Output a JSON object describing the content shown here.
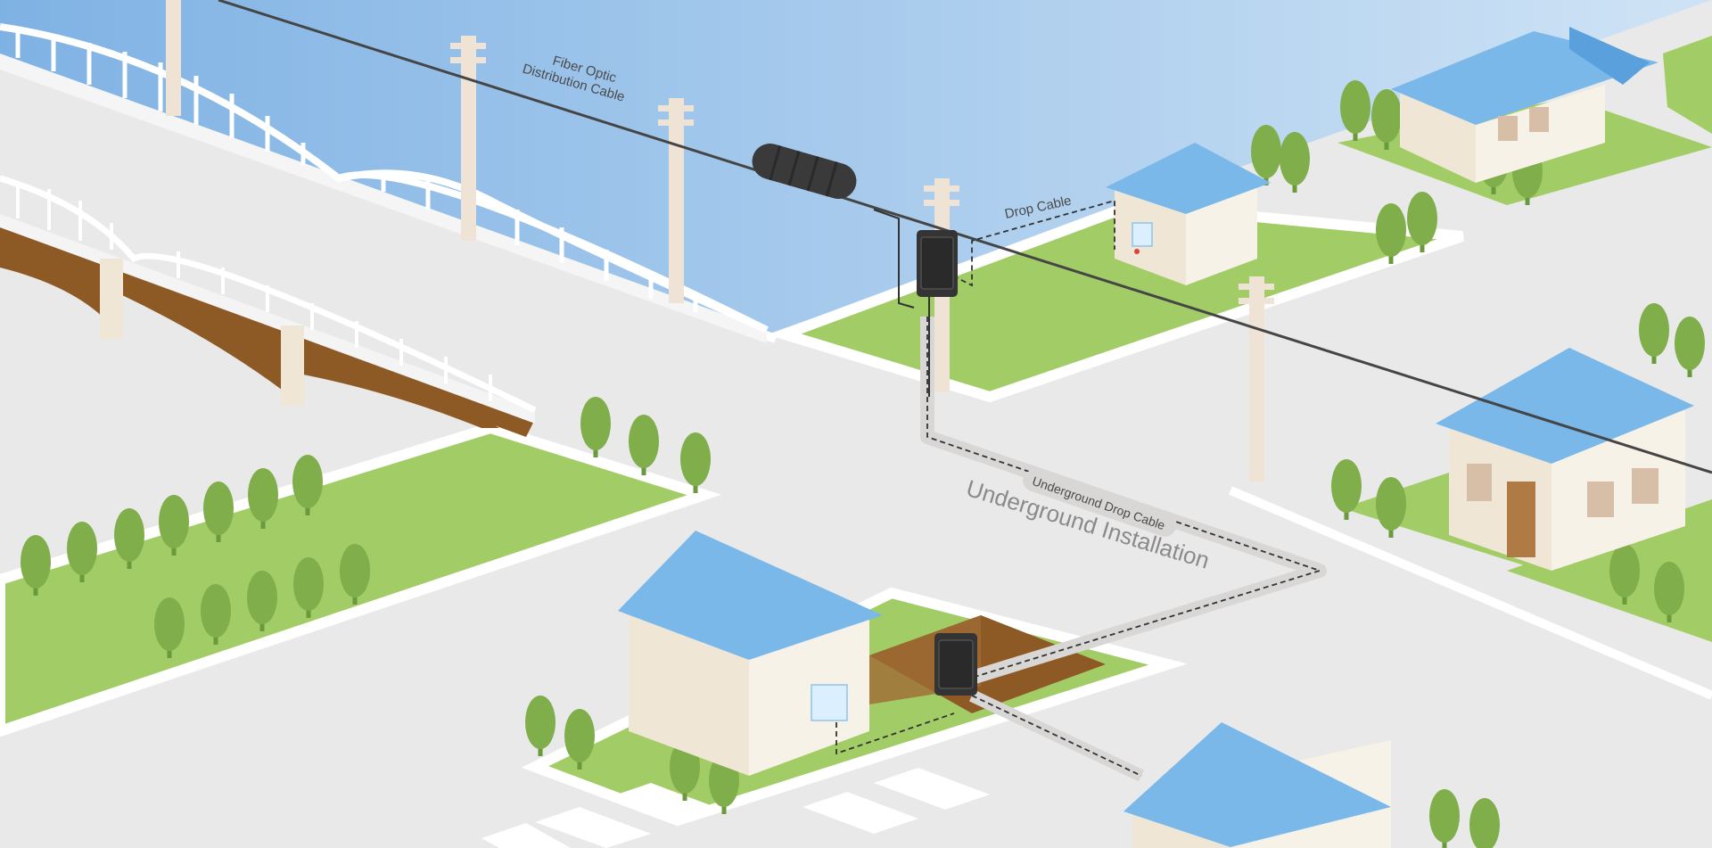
{
  "labels": {
    "fiber_line1": "Fiber Optic",
    "fiber_line2": "Distribution Cable",
    "drop_cable": "Drop Cable",
    "underground_drop_cable": "Underground Drop Cable",
    "underground_installation": "Underground Installation"
  },
  "colors": {
    "sky": "#9cc8ee",
    "water": "#7fb6e8",
    "grass": "#a2cc66",
    "tree": "#7fae4a",
    "road": "#e9e9e9",
    "roof": "#7ab8ea",
    "wall": "#efe6d6",
    "earth": "#8d5a26",
    "cable": "#454545",
    "device": "#333333"
  },
  "icons": {
    "splice_closure": "fiber-splice-closure-icon",
    "terminal_box": "fiber-terminal-box-icon",
    "ont": "home-ont-box-icon"
  }
}
